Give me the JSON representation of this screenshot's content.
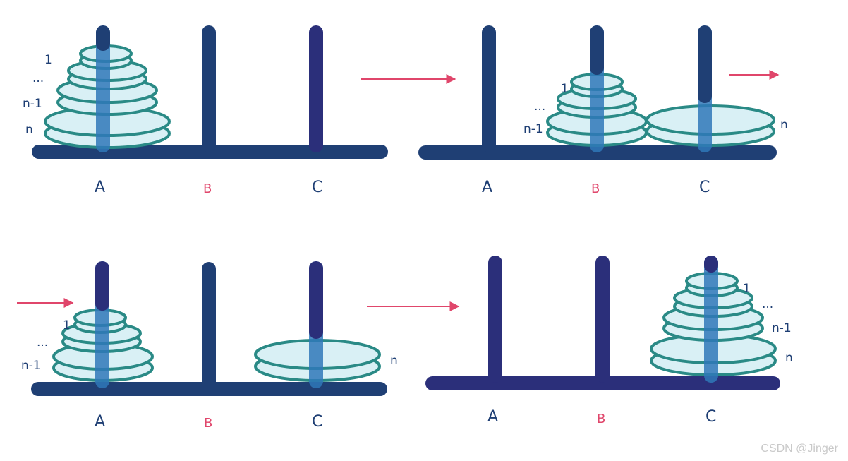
{
  "colors": {
    "rod": "#1f3f74",
    "rod_alt": "#2b2f7a",
    "disk": "#2a8a86",
    "disk_fill": "#d9f0f5",
    "core": "#2f78b8",
    "arrow": "#e0466b",
    "label": "#1f3f74",
    "label_mid": "#e0466b"
  },
  "panels": [
    {
      "rod_labels": [
        "A",
        "B",
        "C"
      ],
      "disk_labels": [
        "1",
        "...",
        "n-1",
        "n"
      ]
    },
    {
      "rod_labels": [
        "A",
        "B",
        "C"
      ],
      "disk_labels": [
        "1",
        "...",
        "n-1",
        "n"
      ]
    },
    {
      "rod_labels": [
        "A",
        "B",
        "C"
      ],
      "disk_labels": [
        "1",
        "...",
        "n-1",
        "n"
      ]
    },
    {
      "rod_labels": [
        "A",
        "B",
        "C"
      ],
      "disk_labels": [
        "1",
        "...",
        "n-1",
        "n"
      ]
    }
  ],
  "watermark": "CSDN @Jinger"
}
